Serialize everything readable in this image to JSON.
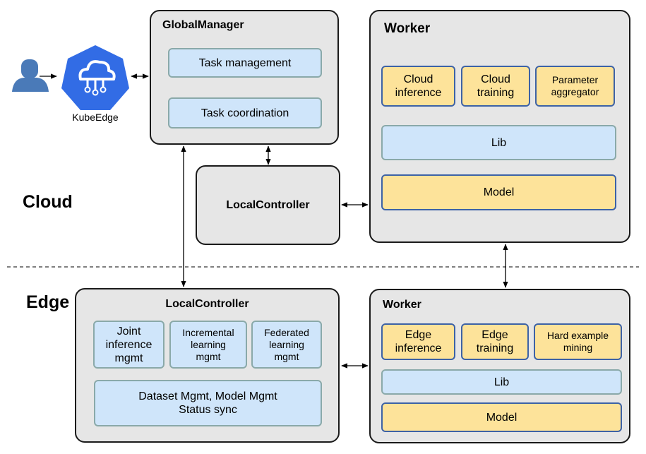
{
  "zones": {
    "cloud": "Cloud",
    "edge": "Edge"
  },
  "kubeedge": {
    "label": "KubeEdge"
  },
  "global_manager": {
    "title": "GlobalManager",
    "items": [
      "Task management",
      "Task coordination"
    ]
  },
  "cloud_local_controller": {
    "title": "LocalController"
  },
  "cloud_worker": {
    "title": "Worker",
    "modules": [
      "Cloud\ninference",
      "Cloud\ntraining",
      "Parameter\naggregator"
    ],
    "lib": "Lib",
    "model": "Model"
  },
  "edge_local_controller": {
    "title": "LocalController",
    "modules": [
      "Joint\ninference\nmgmt",
      "Incremental\nlearning\nmgmt",
      "Federated\nlearning\nmgmt"
    ],
    "footer": "Dataset Mgmt, Model Mgmt\nStatus sync"
  },
  "edge_worker": {
    "title": "Worker",
    "modules": [
      "Edge\ninference",
      "Edge\ntraining",
      "Hard example\nmining"
    ],
    "lib": "Lib",
    "model": "Model"
  },
  "colors": {
    "panel_fill": "#e6e6e6",
    "blue_box": "#cfe5fa",
    "yellow_box": "#fde39a",
    "kubeedge_blue": "#326ce5",
    "user_blue": "#4a7ab8"
  }
}
